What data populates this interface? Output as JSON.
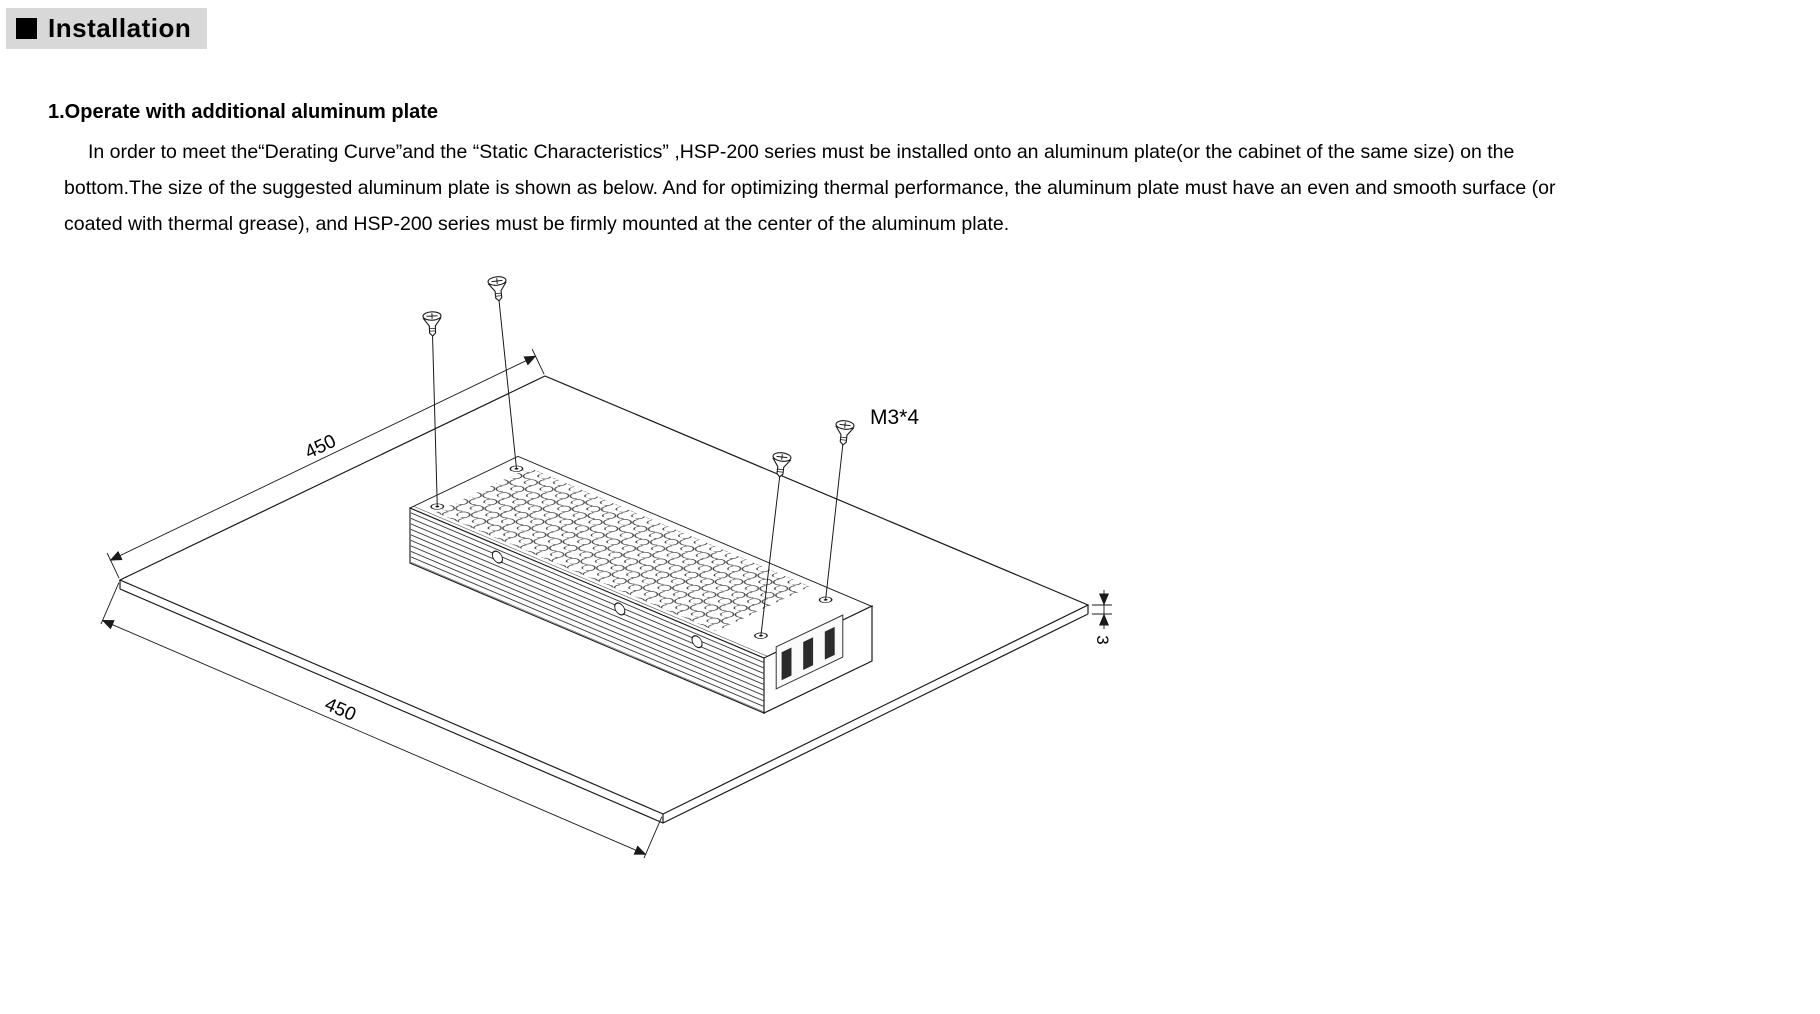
{
  "section": {
    "title": "Installation"
  },
  "content": {
    "heading": "1.Operate with additional aluminum plate",
    "paragraph": "In order to meet the“Derating Curve”and the “Static Characteristics” ,HSP-200 series must be installed onto an aluminum plate(or the cabinet of the same size) on the bottom.The size of the suggested aluminum plate is shown as below. And for optimizing thermal performance, the aluminum plate must have an even and smooth surface (or coated with thermal grease), and HSP-200 series must be firmly mounted at the center of the aluminum plate."
  },
  "diagram": {
    "dim_edge_top": "450",
    "dim_edge_bottom": "450",
    "dim_thickness": "3",
    "screw_spec": "M3*4",
    "colors": {
      "line": "#1a1a1a",
      "header_bg": "#d8d8d8"
    }
  }
}
